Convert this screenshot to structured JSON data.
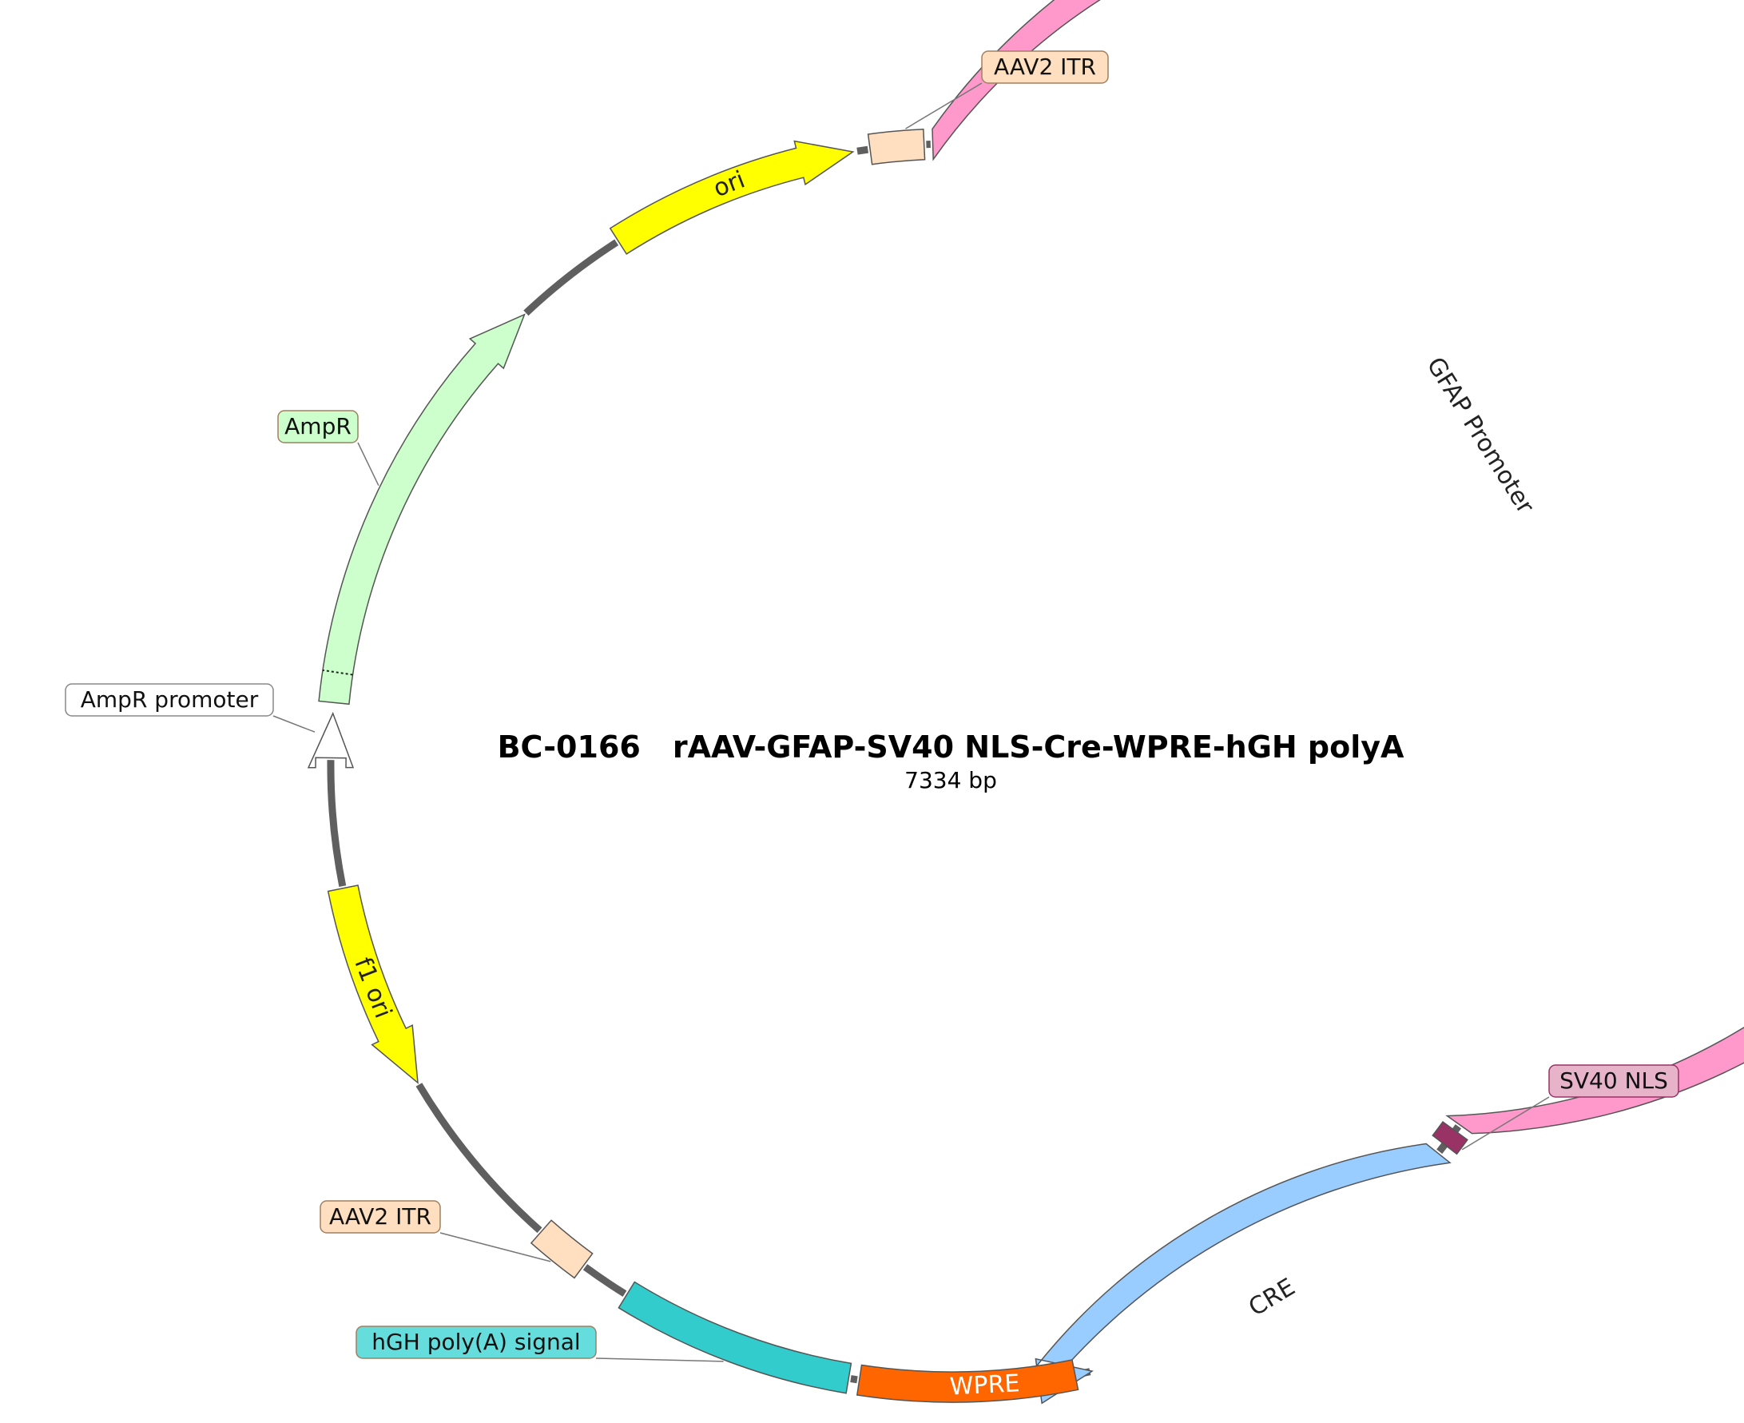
{
  "plasmid": {
    "id": "BC-0166",
    "name": "rAAV-GFAP-SV40 NLS-Cre-WPRE-hGH polyA",
    "length_label": "7334 bp"
  },
  "features": [
    {
      "name": "AAV2 ITR",
      "label": "AAV2 ITR",
      "color": "#ffdfbf",
      "label_style": "callout"
    },
    {
      "name": "GFAP Promoter",
      "label": "GFAP Promoter",
      "color": "#ff99cc",
      "label_style": "inside",
      "text_color": "#222222"
    },
    {
      "name": "SV40 NLS",
      "label": "SV40 NLS",
      "color": "#993366",
      "label_style": "callout",
      "callout_color": "#e6b3c9"
    },
    {
      "name": "CRE",
      "label": "CRE",
      "color": "#99ccff",
      "label_style": "inside",
      "text_color": "#222222"
    },
    {
      "name": "WPRE",
      "label": "WPRE",
      "color": "#ff6600",
      "label_style": "inside",
      "text_color": "#ffffff"
    },
    {
      "name": "hGH poly(A) signal",
      "label": "hGH poly(A) signal",
      "color": "#33cccc",
      "label_style": "callout",
      "callout_color": "#66dddd"
    },
    {
      "name": "AAV2 ITR 2",
      "label": "AAV2 ITR",
      "color": "#ffdfbf",
      "label_style": "callout"
    },
    {
      "name": "f1 ori",
      "label": "f1 ori",
      "color": "#ffff00",
      "label_style": "inside",
      "text_color": "#222222"
    },
    {
      "name": "AmpR promoter",
      "label": "AmpR promoter",
      "color": "#ffffff",
      "label_style": "callout"
    },
    {
      "name": "AmpR",
      "label": "AmpR",
      "color": "#ccffcc",
      "label_style": "callout"
    },
    {
      "name": "ori",
      "label": "ori",
      "color": "#ffff00",
      "label_style": "inside",
      "text_color": "#222222"
    }
  ]
}
